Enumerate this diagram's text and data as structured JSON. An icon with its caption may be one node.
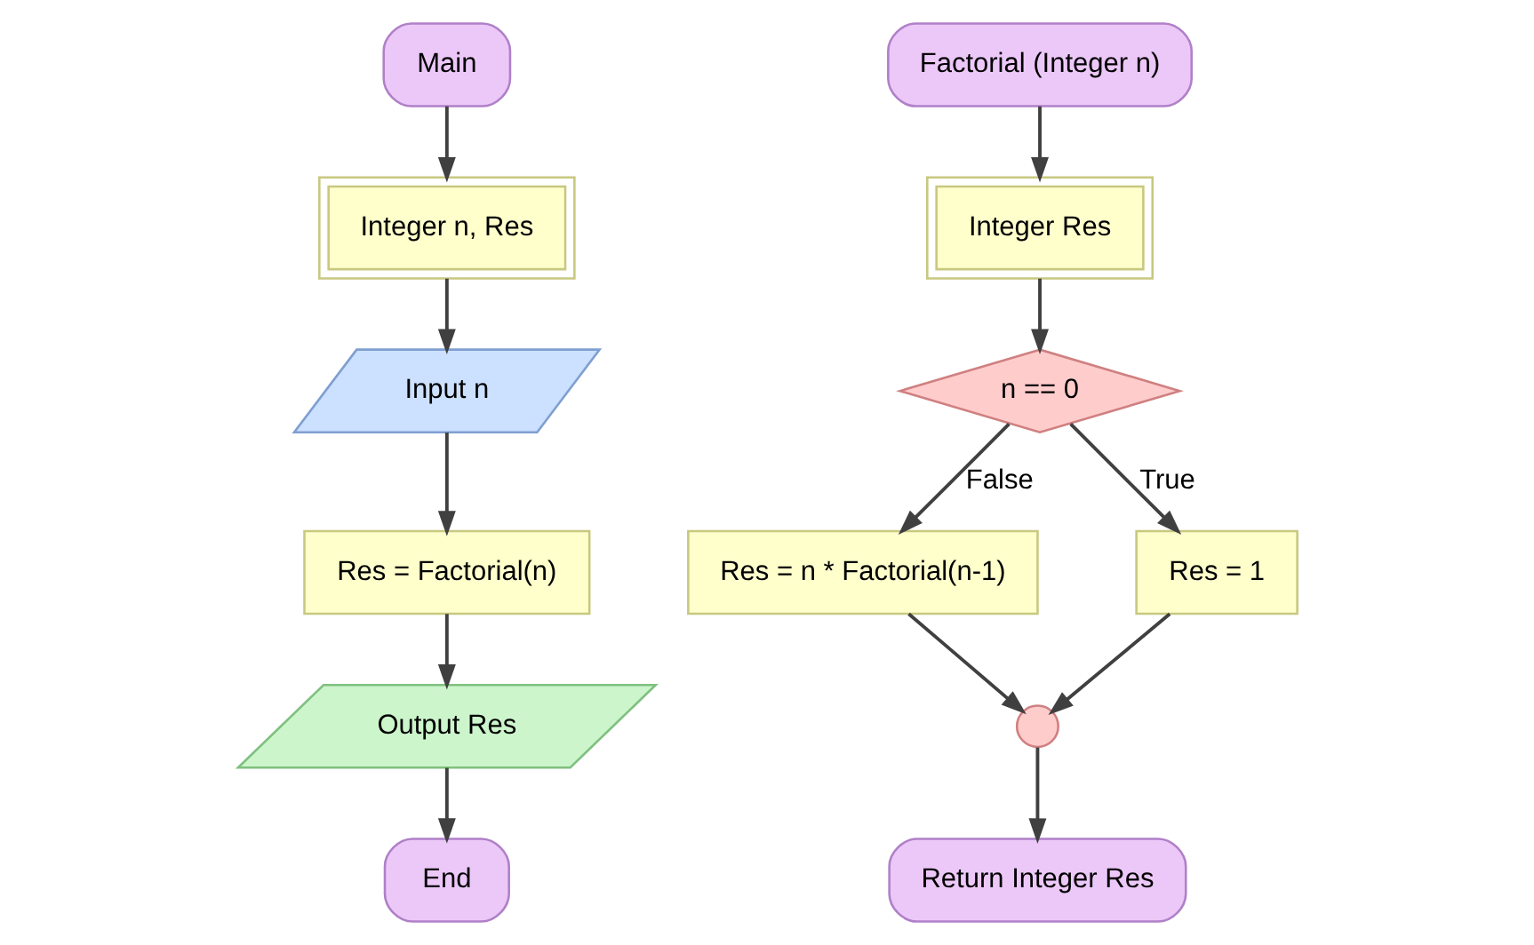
{
  "diagram": {
    "nodes": [
      {
        "text": [
          "Main"
        ]
      },
      {
        "text": [
          "Integer n, Res"
        ]
      },
      {
        "text": [
          "Input n"
        ]
      },
      {
        "text": [
          "Res = Factorial(n)"
        ]
      },
      {
        "text": [
          "Output Res"
        ]
      },
      {
        "text": [
          "End"
        ]
      },
      {
        "text": [
          "Factorial (Integer n)"
        ]
      },
      {
        "text": [
          "Integer Res"
        ]
      },
      {
        "text": [
          "n == 0"
        ]
      },
      {
        "text": [
          "Res = n * Factorial(n-1)"
        ]
      },
      {
        "text": [
          "Res = 1"
        ]
      },
      {
        "text": [],
        "shape": "circle"
      },
      {
        "text": [
          "Return Integer Res"
        ]
      }
    ],
    "edges": [
      {
        "from": 0,
        "to": 1,
        "arrow": "to"
      },
      {
        "from": 1,
        "to": 2,
        "arrow": "to"
      },
      {
        "from": 2,
        "to": 3,
        "arrow": "to"
      },
      {
        "from": 3,
        "to": 4,
        "arrow": "to"
      },
      {
        "from": 4,
        "to": 5,
        "arrow": "to"
      },
      {
        "from": 6,
        "to": 7,
        "arrow": "to"
      },
      {
        "from": 7,
        "to": 8,
        "arrow": "to"
      },
      {
        "from": 8,
        "to": 9,
        "arrow": "to",
        "label": "False"
      },
      {
        "from": 8,
        "to": 10,
        "arrow": "to",
        "label": "True"
      },
      {
        "from": 9,
        "to": 11,
        "arrow": "to"
      },
      {
        "from": 10,
        "to": 11,
        "arrow": "to"
      },
      {
        "from": 11,
        "to": 12,
        "arrow": "to"
      }
    ]
  }
}
